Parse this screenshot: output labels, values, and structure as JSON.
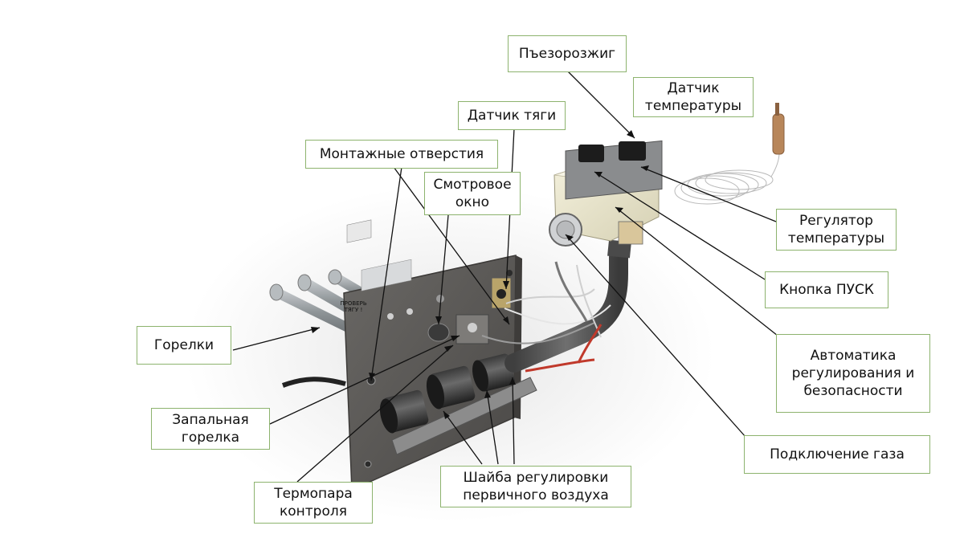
{
  "labels": {
    "piezo": "Пъезорозжиг",
    "temp_sensor": "Датчик\nтемпературы",
    "draft_sensor": "Датчик тяги",
    "mount_holes": "Монтажные отверстия",
    "view_window": "Смотровое\nокно",
    "temp_regulator": "Регулятор\nтемпературы",
    "start_button": "Кнопка ПУСК",
    "automatics": "Автоматика\nрегулирования и\nбезопасности",
    "burners": "Горелки",
    "pilot_burner": "Запальная\nгорелка",
    "gas_connection": "Подключение газа",
    "thermocouple": "Термопара\nконтроля",
    "air_washer": "Шайба регулировки\nпервичного воздуха"
  },
  "plate_sticker": "ПРОВЕРЬ\nТЯГУ !",
  "colors": {
    "label_border": "#8db36e",
    "plate": "#5c5a57",
    "valve_body": "#ebe7cf",
    "knob": "#1c1c1c",
    "burner_tube": "#9aa0a3",
    "cable_red": "#c0392b",
    "sensor_bulb": "#b8865a"
  }
}
